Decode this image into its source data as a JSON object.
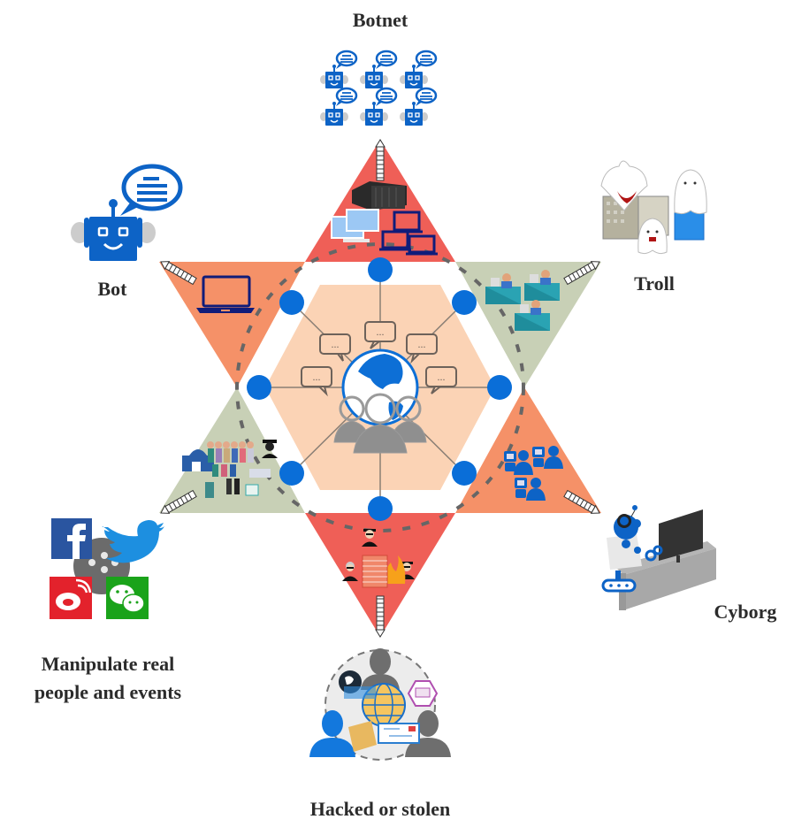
{
  "diagram": {
    "title": "Types of social media manipulation accounts",
    "center": {
      "description": "Globe with a group of people and speech bubbles, connected to eight nodes",
      "icons": [
        "globe-icon",
        "people-group-icon",
        "speech-bubble-icon"
      ],
      "speech_bubble_text": "...",
      "node_count": 8
    },
    "categories": [
      {
        "id": "botnet",
        "label": "Botnet",
        "position": "top",
        "triangle_color": "#ef5f57",
        "triangle_icons": [
          "server-rack-icon",
          "desktop-monitor-icon",
          "laptop-icon"
        ],
        "outer_icon": "robot-grid-icon"
      },
      {
        "id": "troll",
        "label": "Troll",
        "position": "upper-right",
        "triangle_color": "#c8d0b6",
        "triangle_icons": [
          "office-worker-desk-icon"
        ],
        "outer_icon": "ghost-buildings-icon"
      },
      {
        "id": "cyborg",
        "label": "Cyborg",
        "position": "lower-right",
        "triangle_color": "#f59168",
        "triangle_icons": [
          "robot-user-icon",
          "person-user-icon"
        ],
        "outer_icon": "robot-at-computer-icon"
      },
      {
        "id": "hacked",
        "label": "Hacked or stolen",
        "position": "bottom",
        "triangle_color": "#ef5f57",
        "triangle_icons": [
          "hacker-icon",
          "firewall-icon"
        ],
        "outer_icon": "network-people-icon"
      },
      {
        "id": "manipulate",
        "label": "Manipulate real people and events",
        "label_lines": [
          "Manipulate real",
          "people and events"
        ],
        "position": "lower-left",
        "triangle_color": "#c8d0b6",
        "triangle_icons": [
          "crowd-icon",
          "government-building-icon",
          "spy-icon"
        ],
        "outer_icon": "social-media-logos-icon",
        "social_logos": [
          "facebook",
          "twitter",
          "weibo",
          "wechat"
        ]
      },
      {
        "id": "bot",
        "label": "Bot",
        "position": "upper-left",
        "triangle_color": "#f59168",
        "triangle_icons": [
          "laptop-icon"
        ],
        "outer_icon": "robot-chat-icon"
      }
    ],
    "colors": {
      "node_blue": "#0a6ed8",
      "hex_peach": "#fbd3b5",
      "red_triangle": "#ef5f57",
      "orange_triangle": "#f59168",
      "sage_triangle": "#c8d0b6",
      "dashes": "#666666",
      "robot_blue": "#0d63c6",
      "label_text": "#2b2b2b"
    }
  }
}
